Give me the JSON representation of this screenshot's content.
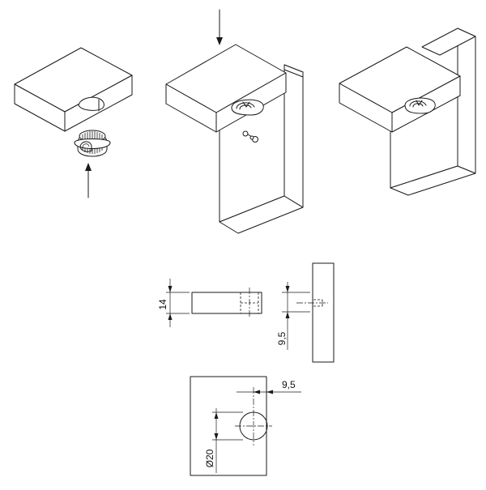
{
  "diagram": {
    "dimensions": {
      "height_label": "14",
      "offset_side_label": "9,5",
      "offset_top_label": "9,5",
      "diameter_label": "Ø20"
    },
    "colors": {
      "line": "#1a1a1a",
      "background": "#ffffff"
    },
    "icons": {
      "assembly_arrow": "arrow-icon",
      "connector": "eccentric-connector-icon"
    }
  }
}
